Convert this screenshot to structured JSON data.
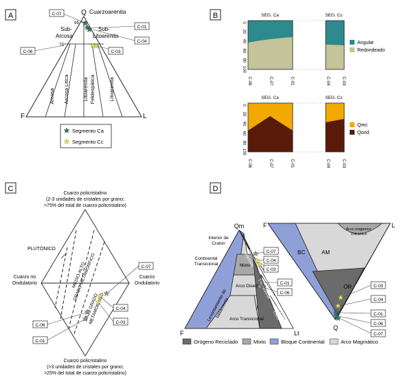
{
  "panelA": {
    "letter": "A",
    "apex_top": "Q",
    "apex_left": "F",
    "apex_right": "L",
    "top_label": "Cuarzoarenita",
    "tick95": "95",
    "tick75": "75",
    "subarcosa_1": "Sub-",
    "subarcosa_2": "Arcosa",
    "sublito_1": "Sub-",
    "sublito_2": "Litoarenita",
    "field1": "Arcosa",
    "field2": "Arcosa Litica",
    "field3a": "Litoarenita",
    "field3b": "Feldespática",
    "field4": "Litoarenita",
    "labels": {
      "c07": "C-07",
      "c01": "C-01",
      "c04": "C-04",
      "c03": "C-03",
      "c06": "C-06"
    },
    "legend": {
      "ca": "Segmento Ca",
      "cc": "Segmento Cc"
    }
  },
  "panelB": {
    "letter": "B",
    "seg_ca": "SEG. Ca",
    "seg_cc": "SEG. Cc",
    "yticks": [
      "0",
      "20",
      "40",
      "60",
      "80",
      "100"
    ],
    "top_x_ca": [
      "C-06",
      "C-07",
      "C-01"
    ],
    "top_x_cc": [
      "C-04",
      "C-03"
    ],
    "bot_x_ca": [
      "C-06",
      "C-07",
      "C-01"
    ],
    "bot_x_cc": [
      "C-04",
      "C-03"
    ],
    "legend_top": [
      "Angular",
      "Redondeado"
    ],
    "legend_bottom": [
      "Qrec",
      "Qond"
    ],
    "colors": {
      "angular": "#2e8a8c",
      "redondeado": "#c5c39a",
      "qrec": "#f2a900",
      "qond": "#5a1a0a"
    }
  },
  "panelC": {
    "letter": "C",
    "top_1": "Cuarzo policristalino",
    "top_2": "(2-3 unidades de cristales por grano;",
    "top_3": ">75% del total de cuarzo policristalino)",
    "left_1": "Cuarzo no",
    "left_2": "Ondulatorio",
    "right_1": "Cuarzo",
    "right_2": "Ondulatorio",
    "bottom_1": "Cuarzo policristalino",
    "bottom_2": "(>3 unidades de cristales por grano;",
    "bottom_3": ">25% del total de cuarzo policristalino)",
    "plutonico": "PLUTÓNICO",
    "medio_1": "MEDIO-ALTO",
    "medio_2": "GRADO METAMÓRFICO",
    "bajo_1": "BAJO GRADO",
    "bajo_2": "METAMÓRFICO",
    "labels": {
      "c07": "C-07",
      "c01": "C-01",
      "c04": "C-04",
      "c03": "C-03",
      "c06": "C-06"
    }
  },
  "panelD": {
    "letter": "D",
    "qm": "Qm",
    "f": "F",
    "lt": "Lt",
    "f2": "F",
    "l2": "L",
    "q2": "Q",
    "interior_1": "Interior de",
    "interior_2": "Craton",
    "continental_1": "Continental",
    "continental_2": "Transicional",
    "levantamiento_1": "Levantamiento de",
    "levantamiento_2": "basamento",
    "mixto": "Mixto",
    "arco_disectado": "Arco Disectado",
    "arco_transicional": "Arco Transicional",
    "reciclado_cuarzoso_1": "Reciclado",
    "reciclado_cuarzoso_2": "cuarzoso",
    "reciclado_trans_1": "Reciclado",
    "reciclado_trans_2": "Transicional",
    "reciclado_litico_1": "Reciclado",
    "reciclado_litico_2": "Lítico",
    "bc": "BC",
    "am": "AM",
    "or": "OR",
    "arco_volc_1": "Arco orogenico",
    "arco_volc_2": "Volcanico",
    "labels_left": {
      "c07": "C-07",
      "c04": "C-04",
      "c03": "C-03",
      "c01": "C-01",
      "c06": "C-06"
    },
    "labels_right": {
      "c03": "C-03",
      "c04": "C-04",
      "c01": "C-01",
      "c06": "C-06",
      "c07": "C-07"
    },
    "legend": [
      "Orógeno Reciclado",
      "Mixto",
      "Bloque Continental",
      "Arco Magmático"
    ],
    "colors": {
      "orogeno": "#6b6b6b",
      "mixto": "#a8a8a8",
      "bloque": "#8fa0d8",
      "arco": "#d8d8d8"
    }
  }
}
